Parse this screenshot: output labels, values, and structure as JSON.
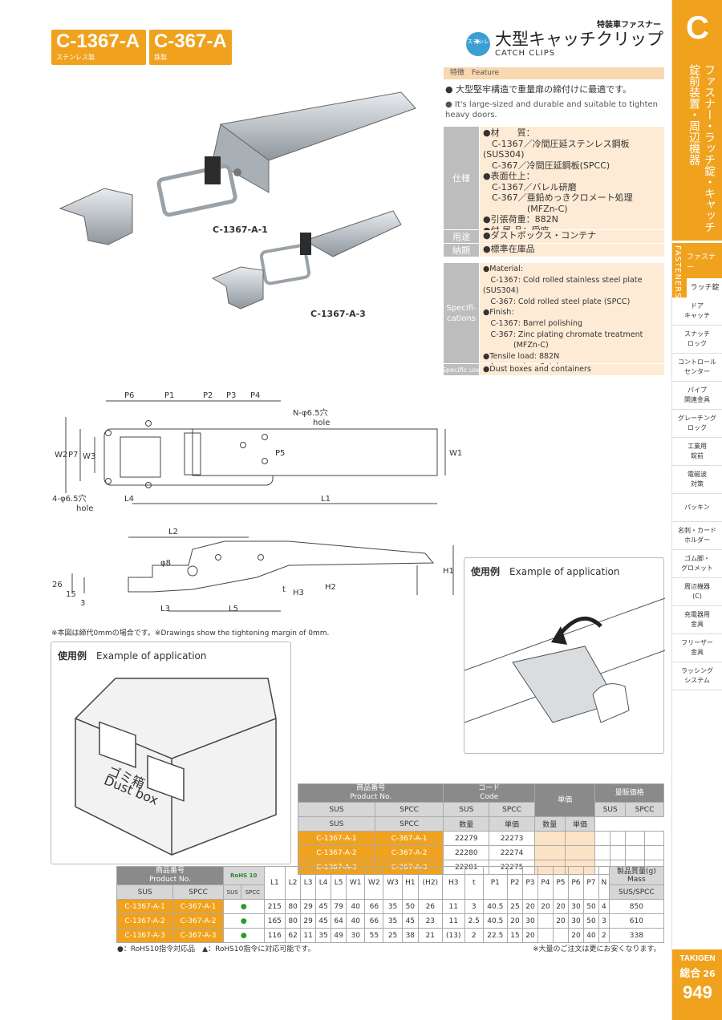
{
  "header": {
    "products": [
      {
        "code": "C-1367-A",
        "material": "ステンレス製"
      },
      {
        "code": "C-367-A",
        "material": "鉄製"
      }
    ],
    "category": "特装車ファスナー",
    "badge": "ステンレス",
    "title_jp": "大型キャッチクリップ",
    "title_en": "CATCH CLIPS"
  },
  "sidebar": {
    "letter": "C",
    "title": "錠前装置・周辺機器",
    "title2": "ファスナー・ラッチ錠・キャッチ",
    "nav_vertical": "FASTENERS",
    "nav_active": "ファスナー",
    "nav_active_sub": "ラッチ錠",
    "items": [
      "ドア\nキャッチ",
      "スナッチ\nロック",
      "コントロール\nセンター",
      "パイプ\n関連金具",
      "グレーチング\nロック",
      "工業用\n錠前",
      "電磁波\n対策",
      "パッキン",
      "名刺・カード\nホルダー",
      "ゴム脚・\nグロメット",
      "周辺機器\n(C)",
      "充電器用\n金具",
      "フリーザー\n金具",
      "ラッシング\nシステム"
    ],
    "footer_brand": "TAKIGEN",
    "footer_sub": "総合",
    "footer_sub_num": "26",
    "page": "949"
  },
  "feature": {
    "label_jp": "特徴",
    "label_en": "Feature",
    "jp": "大型堅牢構造で重量扉の締付けに最適です。",
    "en": "It's large-sized and durable and suitable to tighten heavy doors."
  },
  "spec_jp": {
    "label": "仕様",
    "text": "●材　　質：\n　C-1367／冷間圧延ステンレス鋼板(SUS304)\n　C-367／冷間圧延鋼板(SPCC)\n●表面仕上：\n　C-1367／バレル研磨\n　C-367／亜鉛めっきクロメート処理\n　　　　　(MFZn-C)\n●引張荷重：882N\n●付 属 品：受座",
    "use_label": "用途",
    "use": "●ダストボックス・コンテナ",
    "stock_label": "納期",
    "stock": "●標準在庫品"
  },
  "spec_en": {
    "label": "Specifi-\ncations",
    "text": "●Material:\n　C-1367: Cold rolled stainless steel plate (SUS304)\n　C-367: Cold rolled steel plate (SPCC)\n●Finish:\n　C-1367: Barrel polishing\n　C-367: Zinc plating chromate treatment\n　　　　(MFZn-C)\n●Tensile load: 882N\n●Accessories: Catch",
    "use_label": "Specific use",
    "use": "●Dust boxes and containers"
  },
  "photos": {
    "label1": "C-1367-A-1",
    "label3": "C-1367-A-3"
  },
  "drawing": {
    "labels": [
      "P6",
      "P1",
      "P2",
      "P3",
      "P4",
      "N-φ6.5穴",
      "hole",
      "W1",
      "W2",
      "P7",
      "W3",
      "P5",
      "4-φ6.5穴",
      "hole",
      "L4",
      "L1",
      "L2",
      "φ8",
      "26",
      "15",
      "3",
      "t",
      "H3",
      "H2",
      "H1",
      "L3",
      "L5"
    ],
    "note": "※本図は締代0mmの場合です。※Drawings show the tightening margin of 0mm."
  },
  "application": {
    "label_jp": "使用例",
    "label_en": "Example of application",
    "box_text_jp": "ゴミ箱",
    "box_text_en": "Dust box"
  },
  "price_table": {
    "h_product_jp": "商品番号",
    "h_product_en": "Product No.",
    "h_code_jp": "コード",
    "h_code_en": "Code",
    "h_price": "単価",
    "h_volume": "量販価格",
    "h_sus": "SUS",
    "h_spcc": "SPCC",
    "h_qty": "数量",
    "h_unit": "単価",
    "rows": [
      [
        "C-1367-A-1",
        "C-367-A-1",
        "22279",
        "22273"
      ],
      [
        "C-1367-A-2",
        "C-367-A-2",
        "22280",
        "22274"
      ],
      [
        "C-1367-A-3",
        "C-367-A-3",
        "22281",
        "22275"
      ]
    ]
  },
  "dim_table": {
    "h_product_jp": "商品番号",
    "h_product_en": "Product No.",
    "h_rohs": "RoHS 10",
    "h_sus": "SUS",
    "h_spcc": "SPCC",
    "cols": [
      "L1",
      "L2",
      "L3",
      "L4",
      "L5",
      "W1",
      "W2",
      "W3",
      "H1",
      "(H2)",
      "H3",
      "t",
      "P1",
      "P2",
      "P3",
      "P4",
      "P5",
      "P6",
      "P7",
      "N"
    ],
    "h_mass_jp": "製品質量(g)",
    "h_mass_en": "Mass",
    "h_mass_sub": "SUS/SPCC",
    "rows": [
      {
        "sus": "C-1367-A-1",
        "spcc": "C-367-A-1",
        "rohs": "●",
        "vals": [
          "215",
          "80",
          "29",
          "45",
          "79",
          "40",
          "66",
          "35",
          "50",
          "26",
          "11",
          "3",
          "40.5",
          "25",
          "20",
          "20",
          "20",
          "30",
          "50",
          "4"
        ],
        "mass": "850"
      },
      {
        "sus": "C-1367-A-2",
        "spcc": "C-367-A-2",
        "rohs": "●",
        "vals": [
          "165",
          "80",
          "29",
          "45",
          "64",
          "40",
          "66",
          "35",
          "45",
          "23",
          "11",
          "2.5",
          "40.5",
          "20",
          "30",
          "",
          "20",
          "30",
          "50",
          "3"
        ],
        "mass": "610"
      },
      {
        "sus": "C-1367-A-3",
        "spcc": "C-367-A-3",
        "rohs": "●",
        "vals": [
          "116",
          "62",
          "11",
          "35",
          "49",
          "30",
          "55",
          "25",
          "38",
          "21",
          "(13)",
          "2",
          "22.5",
          "15",
          "20",
          "",
          "",
          "20",
          "40",
          "2"
        ],
        "mass": "338"
      }
    ]
  },
  "footnotes": {
    "left": "●：RoHS10指令対応品　▲：RoHS10指令に対応可能です。",
    "right": "※大量のご注文は更にお安くなります。"
  }
}
